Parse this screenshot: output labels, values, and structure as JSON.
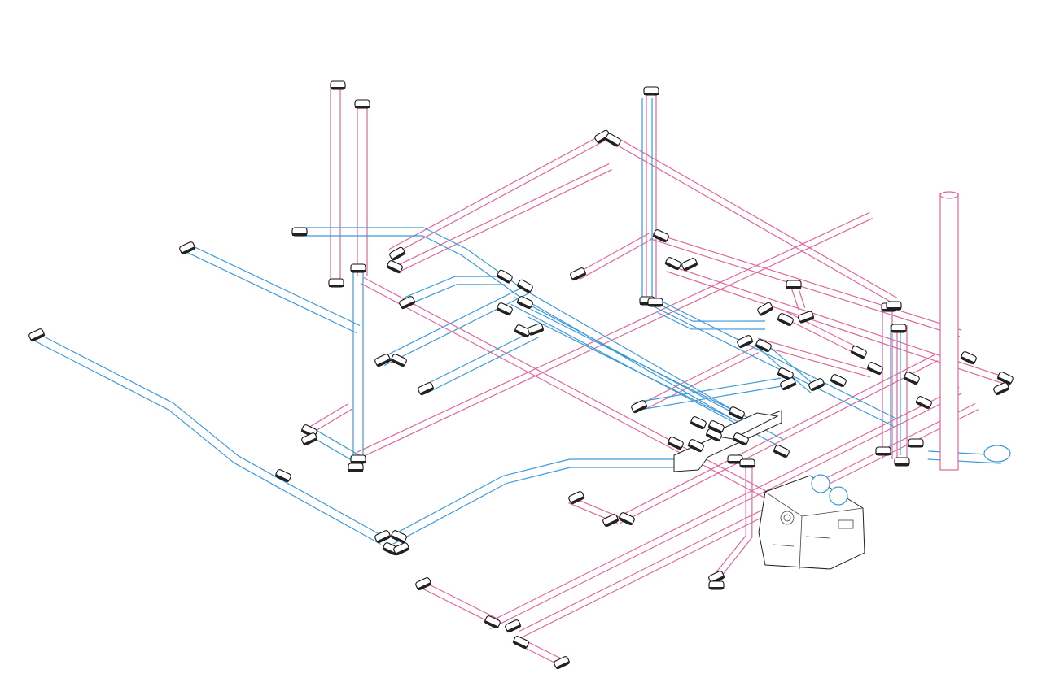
{
  "diagram": {
    "kind": "isometric ventilation duct layout",
    "colors": {
      "supply": "#e0659a",
      "extract": "#3f9ad8",
      "fittings": "#111111",
      "background": "#ffffff"
    },
    "components": {
      "supply_ducts": "pink",
      "extract_ducts": "blue",
      "elbow_fittings": "black-banded",
      "distribution_box": "manifold-box",
      "ventilation_unit": "heat-recovery-unit-box"
    }
  }
}
